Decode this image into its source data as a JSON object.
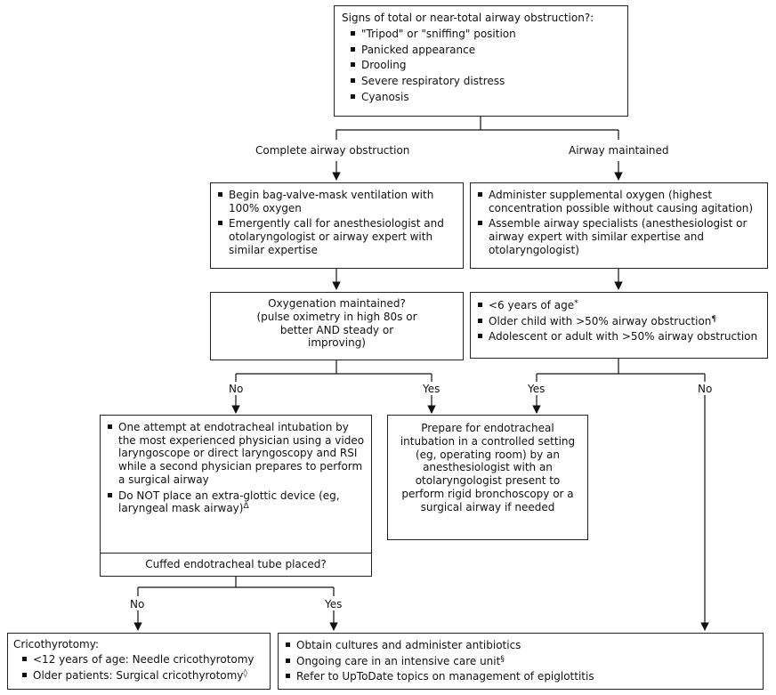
{
  "start": {
    "title": "Signs of total or near-total airway obstruction?:",
    "items": [
      "\"Tripod\" or \"sniffing\" position",
      "Panicked appearance",
      "Drooling",
      "Severe respiratory distress",
      "Cyanosis"
    ]
  },
  "branch_labels": {
    "complete": "Complete airway obstruction",
    "maintained": "Airway maintained",
    "no_left": "No",
    "yes_left": "Yes",
    "yes_right": "Yes",
    "no_right": "No",
    "no_cuffed": "No",
    "yes_cuffed": "Yes"
  },
  "bvm": {
    "items": [
      "Begin bag-valve-mask ventilation with 100% oxygen",
      "Emergently call for anesthesiologist and otolaryngologist or airway expert with similar expertise"
    ]
  },
  "oxygen_support": {
    "items": [
      "Administer supplemental oxygen (highest concentration possible without causing agitation)",
      "Assemble airway specialists (anesthesiologist or airway expert with similar expertise and otolaryngologist)"
    ]
  },
  "oxygenation": {
    "text": "Oxygenation maintained? (pulse oximetry in high 80s or better AND steady or improving)"
  },
  "age_criteria": {
    "items": [
      "<6 years of age",
      "Older child with >50% airway obstruction",
      "Adolescent or adult with >50% airway obstruction"
    ],
    "marks": [
      "*",
      "¶"
    ]
  },
  "intubation_attempt": {
    "items": [
      "One attempt at endotracheal intubation by the most experienced physician using a video laryngoscope or direct laryngoscopy and RSI while a second physician prepares to perform a surgical airway",
      "Do NOT place an extra-glottic device (eg, laryngeal mask airway)"
    ],
    "mark": "Δ"
  },
  "controlled_intubation": {
    "text": "Prepare for endotracheal intubation in a controlled setting (eg, operating room) by an anesthesiologist with an otolaryngologist present to perform rigid bronchoscopy or a surgical airway if needed"
  },
  "cuffed_tube": {
    "text": "Cuffed endotracheal tube placed?"
  },
  "cricothyrotomy": {
    "title": "Cricothyrotomy:",
    "items": [
      "<12 years of age: Needle cricothyrotomy",
      "Older patients: Surgical cricothyrotomy"
    ],
    "mark": "◊"
  },
  "final_care": {
    "items": [
      "Obtain cultures and administer antibiotics",
      "Ongoing care in an intensive care unit",
      "Refer to UpToDate topics on management of epiglottitis"
    ],
    "mark": "§"
  }
}
